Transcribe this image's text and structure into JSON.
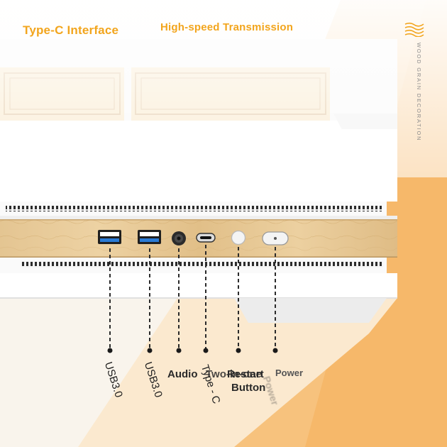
{
  "headlines": {
    "left": "Type-C Interface",
    "center": "High-speed Transmission"
  },
  "brand": {
    "vertical_text": "WOOD GRAIN DECORATION",
    "logo_icon": "wood-grain-logo-icon"
  },
  "ports": [
    {
      "label": "USB3.0",
      "icon": "usb-a-port-icon"
    },
    {
      "label": "USB3.0",
      "icon": "usb-a-port-icon"
    },
    {
      "label": "Audio",
      "icon": "audio-jack-icon"
    },
    {
      "label": "Type - C",
      "icon": "type-c-port-icon"
    },
    {
      "label": "Restart Button",
      "icon": "restart-button-icon"
    },
    {
      "label": "Power",
      "icon": "power-button-icon"
    }
  ],
  "overlapping_labels": {
    "two_in_one": "Two-in-one",
    "restart_top": "Restart",
    "restart_bottom": "Button",
    "power_faded": "Power"
  },
  "colors": {
    "accent_orange": "#f2a51d",
    "background_orange": "#f6b86a",
    "wood": "#e3c28e",
    "case_white": "#ffffff"
  }
}
